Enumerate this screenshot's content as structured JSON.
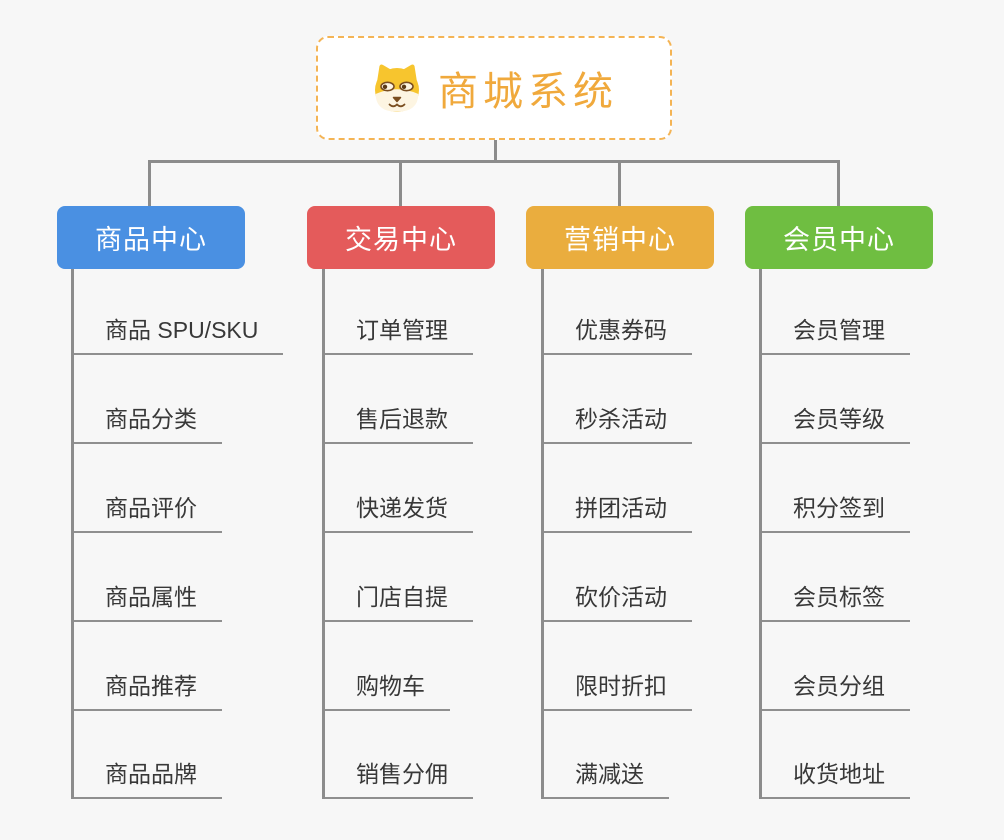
{
  "root": {
    "title": "商城系统",
    "icon": "dog-face-icon"
  },
  "branches": [
    {
      "label": "商品中心",
      "color": "#4a90e2",
      "children": [
        "商品 SPU/SKU",
        "商品分类",
        "商品评价",
        "商品属性",
        "商品推荐",
        "商品品牌"
      ]
    },
    {
      "label": "交易中心",
      "color": "#e45b5b",
      "children": [
        "订单管理",
        "售后退款",
        "快递发货",
        "门店自提",
        "购物车",
        "销售分佣"
      ]
    },
    {
      "label": "营销中心",
      "color": "#eaad3e",
      "children": [
        "优惠券码",
        "秒杀活动",
        "拼团活动",
        "砍价活动",
        "限时折扣",
        "满减送"
      ]
    },
    {
      "label": "会员中心",
      "color": "#6fbe41",
      "children": [
        "会员管理",
        "会员等级",
        "积分签到",
        "会员标签",
        "会员分组",
        "收货地址"
      ]
    }
  ],
  "colors": {
    "canvas_background": "#f7f7f7",
    "connector_line": "#8c8c8c",
    "child_underline": "#8f8f8f",
    "root_accent": "#f0a93c",
    "root_border": "#f4b455"
  }
}
